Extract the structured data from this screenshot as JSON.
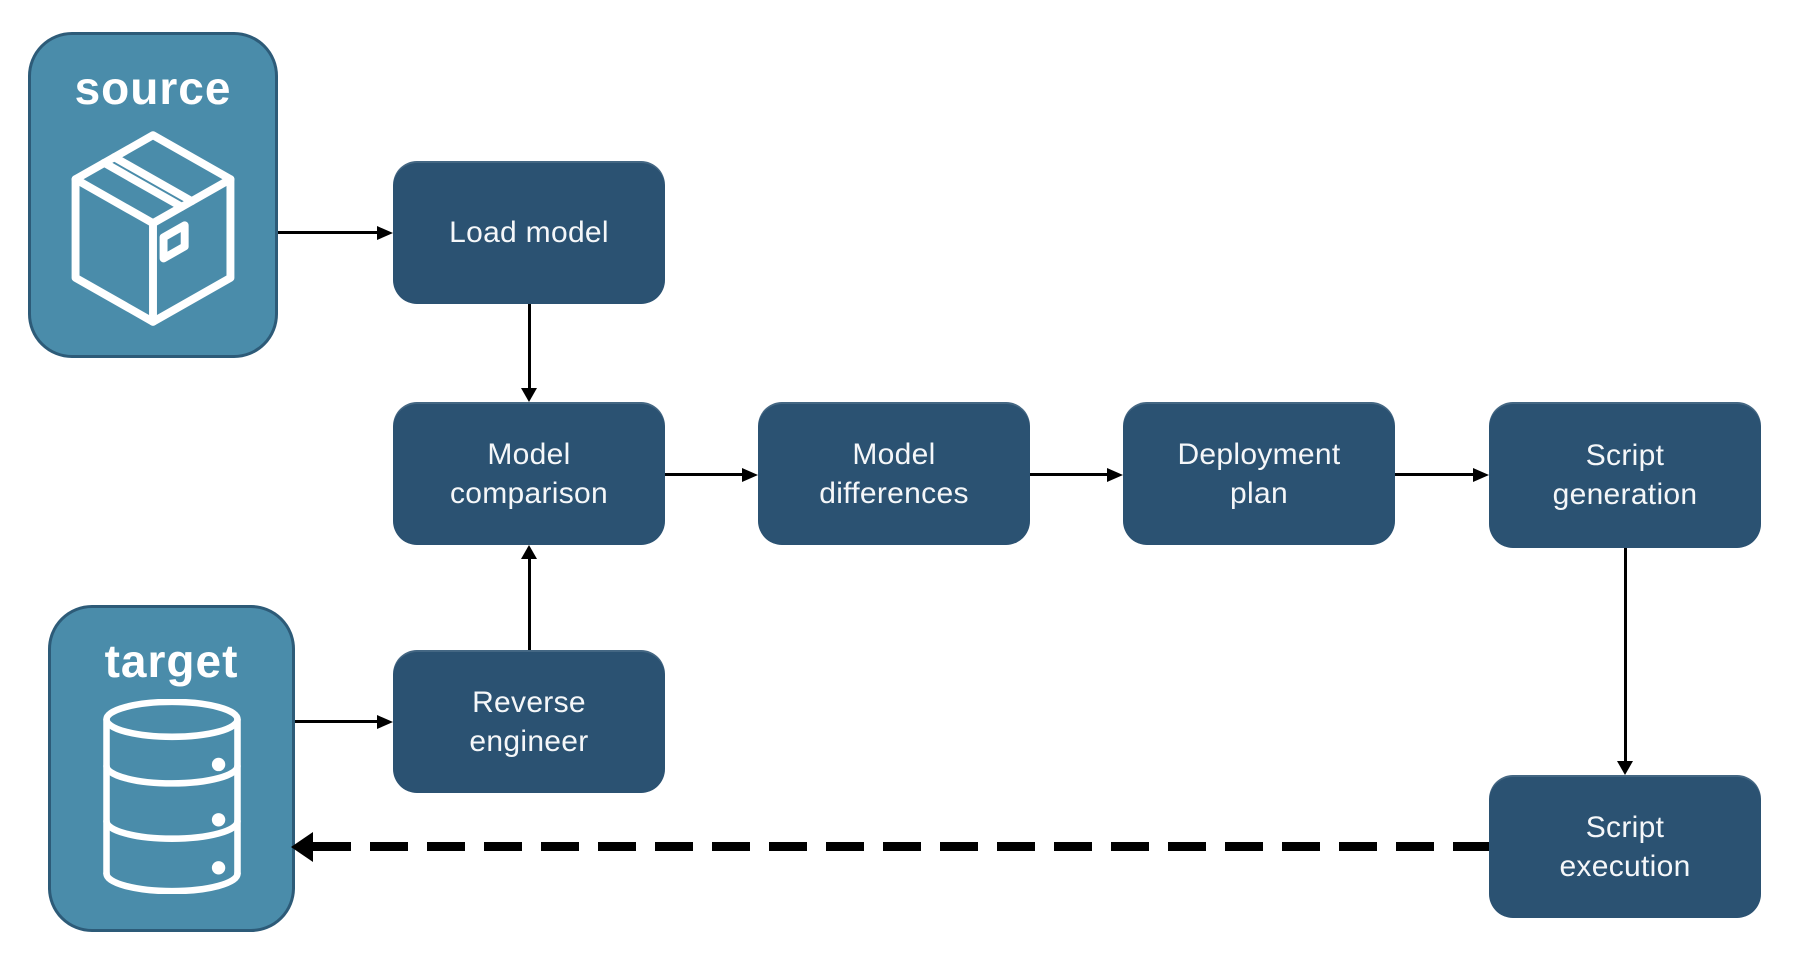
{
  "colors": {
    "process_fill": "#2b5272",
    "endpoint_fill": "#4a8caa",
    "endpoint_border": "#2d5b78",
    "arrow": "#000000",
    "label_text": "#ffffff",
    "background": "#ffffff"
  },
  "nodes": {
    "source": {
      "label": "source",
      "icon": "package-icon"
    },
    "target": {
      "label": "target",
      "icon": "database-icon"
    },
    "load_model": {
      "lines": [
        "Load model"
      ]
    },
    "model_comparison": {
      "lines": [
        "Model",
        "comparison"
      ]
    },
    "model_differences": {
      "lines": [
        "Model",
        "differences"
      ]
    },
    "deployment_plan": {
      "lines": [
        "Deployment",
        "plan"
      ]
    },
    "script_generation": {
      "lines": [
        "Script",
        "generation"
      ]
    },
    "reverse_engineer": {
      "lines": [
        "Reverse",
        "engineer"
      ]
    },
    "script_execution": {
      "lines": [
        "Script",
        "execution"
      ]
    }
  },
  "edges": [
    {
      "from": "source",
      "to": "load_model",
      "style": "solid"
    },
    {
      "from": "load_model",
      "to": "model_comparison",
      "style": "solid"
    },
    {
      "from": "model_comparison",
      "to": "model_differences",
      "style": "solid"
    },
    {
      "from": "model_differences",
      "to": "deployment_plan",
      "style": "solid"
    },
    {
      "from": "deployment_plan",
      "to": "script_generation",
      "style": "solid"
    },
    {
      "from": "script_generation",
      "to": "script_execution",
      "style": "solid"
    },
    {
      "from": "target",
      "to": "reverse_engineer",
      "style": "solid"
    },
    {
      "from": "reverse_engineer",
      "to": "model_comparison",
      "style": "solid"
    },
    {
      "from": "script_execution",
      "to": "target",
      "style": "dashed"
    }
  ]
}
